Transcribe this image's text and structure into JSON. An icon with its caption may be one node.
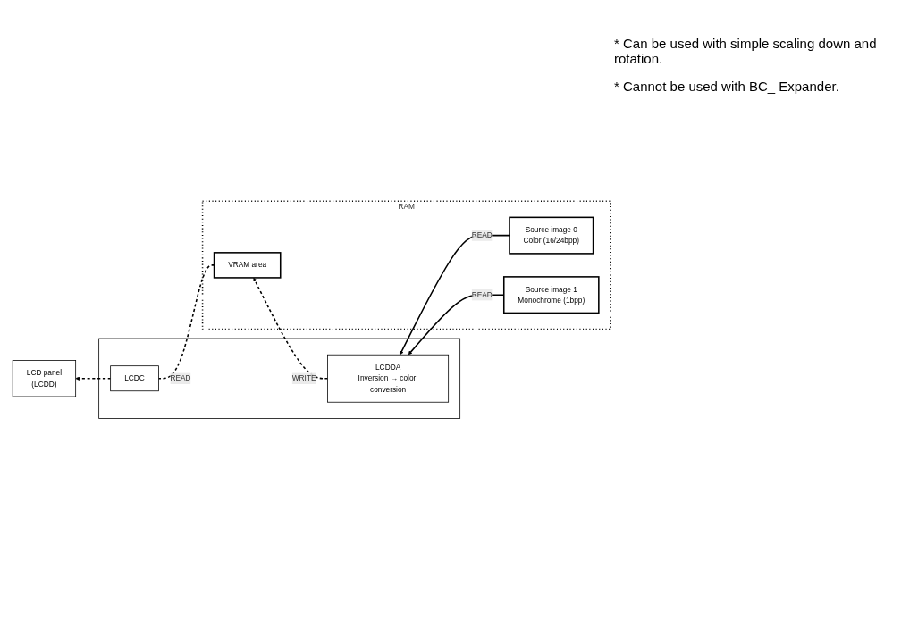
{
  "diagram": {
    "nodes": [
      {
        "text": [
          "LCD panel",
          "(LCDD)"
        ]
      },
      {
        "text": [],
        "shape": "box"
      },
      {
        "text": [
          "LCDC"
        ],
        "in": 1
      },
      {
        "text": [
          "LCDDA",
          "Inversion → color conversion"
        ],
        "in": 1
      },
      {
        "text": [
          "RAM"
        ]
      },
      {
        "text": [
          "VRAM area"
        ],
        "in": 4
      },
      {
        "text": [
          "Source image 0",
          "Color (16/24bpp)"
        ],
        "in": 4
      },
      {
        "text": [
          "Source image 1",
          "Monochrome (1bpp)"
        ],
        "in": 4
      }
    ],
    "edges": [
      {
        "from": 5,
        "to": 2,
        "arrow": "none",
        "label": "READ",
        "style": "dashed"
      },
      {
        "from": 2,
        "to": 0,
        "arrow": "to",
        "style": "dashed"
      },
      {
        "from": 3,
        "to": 5,
        "arrow": "to",
        "label": "WRITE",
        "style": "dashed"
      },
      {
        "from": 6,
        "to": 3,
        "arrow": "to",
        "label": "READ"
      },
      {
        "from": 7,
        "to": 3,
        "arrow": "to",
        "label": "READ"
      }
    ],
    "labels": [
      "* Can be used with simple scaling down and rotation.",
      "* Cannot be used with BC_ Expander."
    ]
  }
}
